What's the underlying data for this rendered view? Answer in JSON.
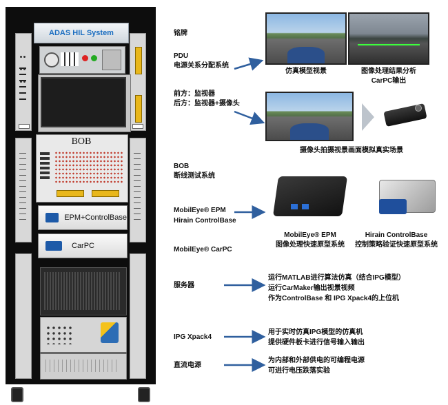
{
  "rack": {
    "title": "ADAS HIL System",
    "bob_label": "BOB",
    "epm_label": "EPM+ControlBase",
    "carpc_label": "CarPC"
  },
  "labels": {
    "nameplate": "铭牌",
    "pdu_line1": "PDU",
    "pdu_line2": "电源关系分配系统",
    "monitor_line1": "前方：监视器",
    "monitor_line2": "后方：监视器+摄像头",
    "bob_line1": "BOB",
    "bob_line2": "断线测试系统",
    "mobileye_line1": "MobilEye® EPM",
    "mobileye_line2": "Hirain ControlBase",
    "carpc": "MobilEye® CarPC",
    "server": "服务器",
    "xpack": "IPG Xpack4",
    "dc_power": "直流电源"
  },
  "captions": {
    "sim_view": "仿真模型视景",
    "image_analysis_line1": "图像处理结果分析",
    "image_analysis_line2": "CarPC输出",
    "camera_scene": "摄像头拍摄视景画面模拟真实场景",
    "epm_line1": "MobilEye® EPM",
    "epm_line2": "图像处理快速原型系统",
    "controlbase_line1": "Hirain ControlBase",
    "controlbase_line2": "控制策略验证快速原型系统"
  },
  "descriptions": {
    "server_line1": "运行MATLAB进行算法仿真（结合IPG模型）",
    "server_line2": "运行CarMaker输出视景视频",
    "server_line3": "作为ControlBase 和 IPG Xpack4的上位机",
    "xpack_line1": "用于实时仿真IPG模型的仿真机",
    "xpack_line2": "提供硬件板卡进行信号输入输出",
    "dc_line1": "为内部和外部供电的可编程电源",
    "dc_line2": "可进行电压跌落实验"
  },
  "colors": {
    "arrow": "#2f5f9e",
    "brand_blue": "#1a6dc0",
    "rack": "#0d0d0d",
    "rail": "#d8d8d8",
    "accent_yellow": "#e8b71c"
  }
}
